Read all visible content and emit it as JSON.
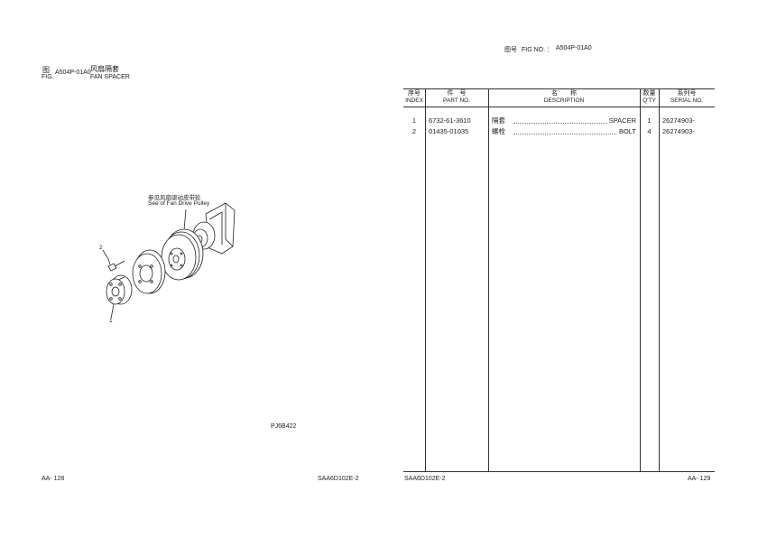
{
  "left_page": {
    "fig_cn": "图",
    "fig_en": "FIG.",
    "fig_no": "A504P-01A0",
    "title_cn": "风扇隔套",
    "title_en": "FAN SPACER",
    "callout_cn": "参见风扇驱动皮带轮",
    "callout_en": "See of Fan Drive Pulley",
    "label_1": "1",
    "label_2": "2",
    "illustration_code": "PJ6B422",
    "page_number": "AA- 128",
    "model": "SAA6D102E-2"
  },
  "right_page": {
    "fig_header_cn": "图号",
    "fig_header_en": "FIG NO. ：",
    "fig_no": "A504P-01A0",
    "columns": [
      {
        "cn": "序号",
        "en": "INDEX"
      },
      {
        "cn": "件　号",
        "en": "PART NO."
      },
      {
        "cn": "名　　称",
        "en": "DESCRIPTION"
      },
      {
        "cn": "数量",
        "en": "Q'TY"
      },
      {
        "cn": "系列号",
        "en": "SERIAL NO."
      }
    ],
    "rows": [
      {
        "index": "1",
        "part_no": "6732-61-3610",
        "desc_cn": "隔套",
        "desc_en": "SPACER",
        "qty": "1",
        "serial": "26274903-"
      },
      {
        "index": "2",
        "part_no": "01435-01035",
        "desc_cn": "螺栓",
        "desc_en": "BOLT",
        "qty": "4",
        "serial": "26274903-"
      }
    ],
    "model": "SAA6D102E-2",
    "page_number": "AA- 129"
  }
}
